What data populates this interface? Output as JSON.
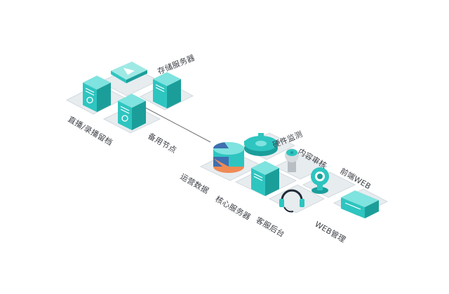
{
  "nodes": {
    "live_archive": {
      "label": "直播/录播留档"
    },
    "storage_server": {
      "label": "存储服务器"
    },
    "backup_node": {
      "label": "备用节点"
    },
    "ops_data": {
      "label": "运营数据"
    },
    "core_server": {
      "label": "核心服务器"
    },
    "hw_monitor": {
      "label": "硬件监测"
    },
    "content_review": {
      "label": "内容审核"
    },
    "frontend_web": {
      "label": "前端WEB"
    },
    "support_backend": {
      "label": "客服后台"
    },
    "web_admin": {
      "label": "WEB管理"
    }
  },
  "colors": {
    "teal": "#2ec5c0",
    "teal_dark": "#1b9e9a",
    "teal_light": "#7fe3df",
    "base": "#e7ecef",
    "base_edge": "#cfd6db",
    "orange": "#f08a55",
    "blue": "#3e6fb0",
    "line": "#6b7177"
  }
}
